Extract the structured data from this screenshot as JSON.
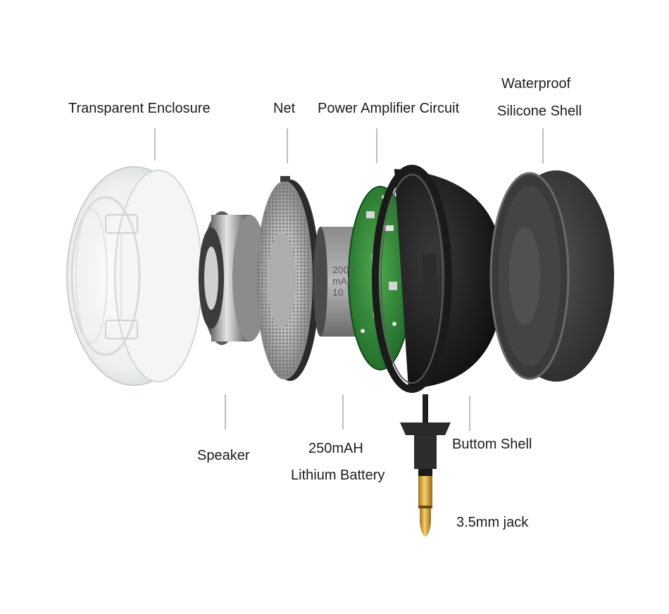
{
  "labels": {
    "transparent_enclosure": "Transparent Enclosure",
    "net": "Net",
    "power_amplifier_circuit": "Power Amplifier Circuit",
    "waterproof_line1": "Waterproof",
    "waterproof_line2": "Silicone Shell",
    "speaker": "Speaker",
    "battery_line1": "250mAH",
    "battery_line2": "Lithium Battery",
    "bottom_shell": "Buttom Shell",
    "jack": "3.5mm jack"
  },
  "battery_print": {
    "line1": "2000",
    "line2": "mAh",
    "line3": "10"
  },
  "colors": {
    "label_text": "#1c1c1c",
    "leader_line": "#9a9a9a",
    "pcb_green": "#2f8a3a",
    "shell_black": "#1a1a1a",
    "silicone_gray": "#3a3a3a",
    "jack_gold": "#d9a43a"
  }
}
